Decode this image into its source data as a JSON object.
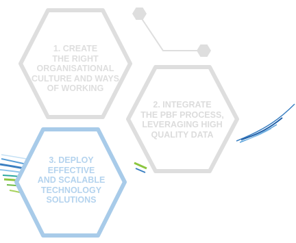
{
  "colors": {
    "hex_gray": "#dedede",
    "hex_blue": "#a8cbe9",
    "swoosh_blue": "#3a7fc1",
    "swoosh_teal": "#2aa7a0",
    "swoosh_green": "#8cc63f"
  },
  "steps": [
    {
      "lines": [
        "1. CREATE",
        "THE RIGHT",
        "ORGANISATIONAL",
        "CULTURE AND WAYS",
        "OF WORKING"
      ]
    },
    {
      "lines": [
        "2. INTEGRATE",
        "THE PBF PROCESS,",
        "LEVERAGING HIGH",
        "QUALITY DATA"
      ]
    },
    {
      "lines": [
        "3. DEPLOY",
        "EFFECTIVE",
        "AND SCALABLE",
        "TECHNOLOGY",
        "SOLUTIONS"
      ]
    }
  ]
}
